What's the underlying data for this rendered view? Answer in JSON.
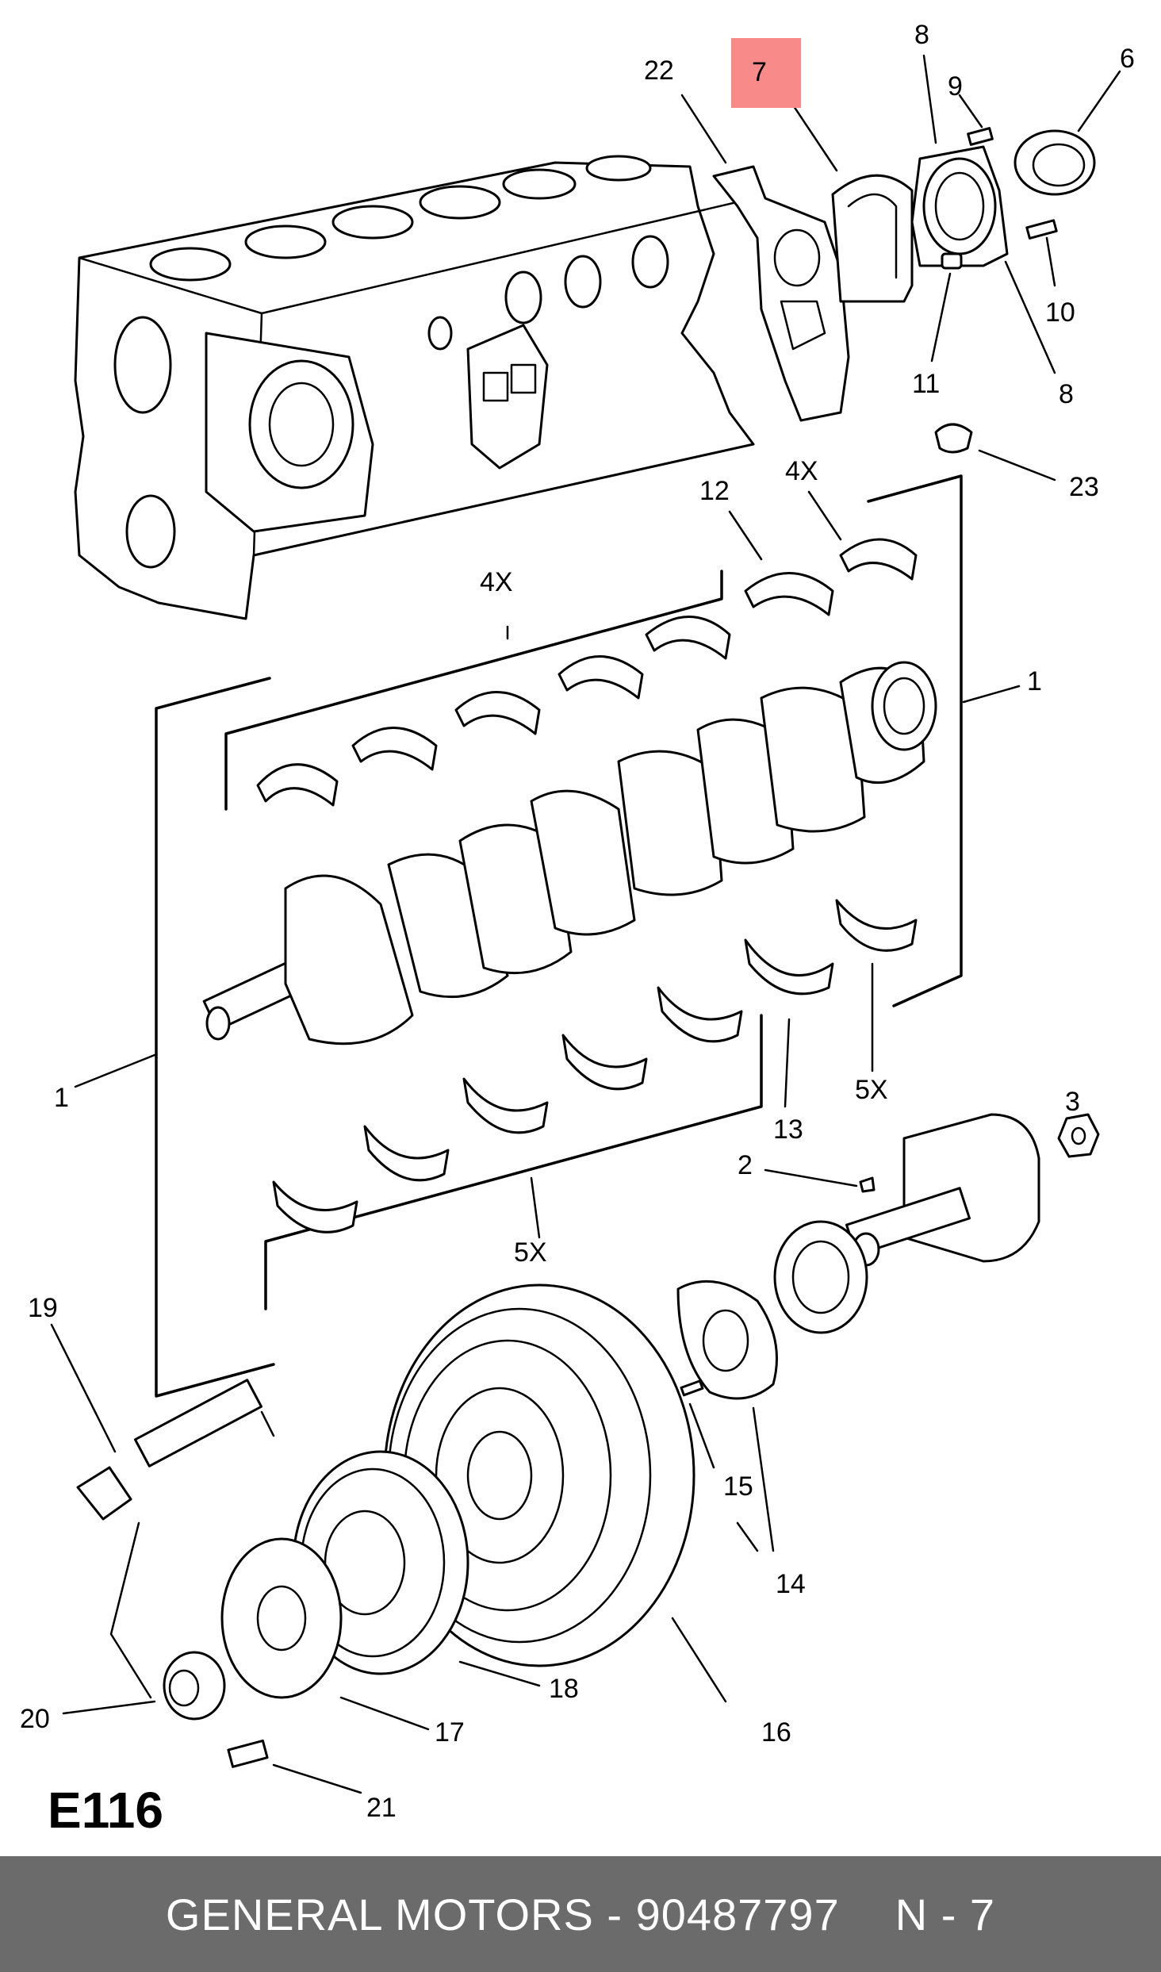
{
  "diagram": {
    "code": "E116",
    "highlight_color": "#f88a8a",
    "callouts": [
      "22",
      "7",
      "8",
      "9",
      "6",
      "10",
      "11",
      "8",
      "23",
      "4X",
      "12",
      "4X",
      "1",
      "1",
      "13",
      "5X",
      "5X",
      "3",
      "2",
      "19",
      "15",
      "14",
      "18",
      "16",
      "20",
      "17",
      "21"
    ]
  },
  "footer": {
    "brand_part": "GENERAL MOTORS - 90487797",
    "ref": "N - 7",
    "background": "#6b6b6b"
  }
}
